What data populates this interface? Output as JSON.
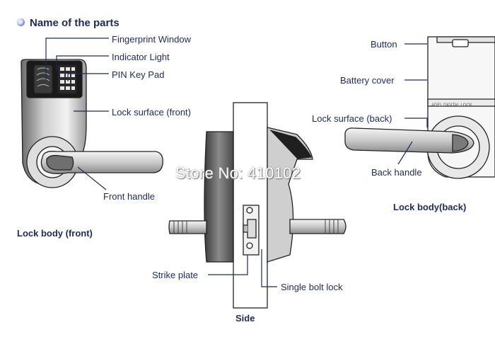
{
  "title": "Name of the parts",
  "labels": {
    "fingerprint_window": "Fingerprint Window",
    "indicator_light": "Indicator Light",
    "pin_key_pad": "PIN Key Pad",
    "lock_surface_front": "Lock surface (front)",
    "front_handle": "Front handle",
    "lock_body_front": "Lock body (front)",
    "button": "Button",
    "battery_cover": "Battery cover",
    "lock_surface_back": "Lock surface (back)",
    "back_handle": "Back handle",
    "lock_body_back": "Lock body(back)",
    "strike_plate": "Strike plate",
    "single_bolt_lock": "Single bolt lock",
    "side": "Side"
  },
  "watermark": "Store No: 410102",
  "colors": {
    "line": "#1d2a5c",
    "text": "#1d2a5c",
    "body_gray": "#d0d0d0"
  }
}
